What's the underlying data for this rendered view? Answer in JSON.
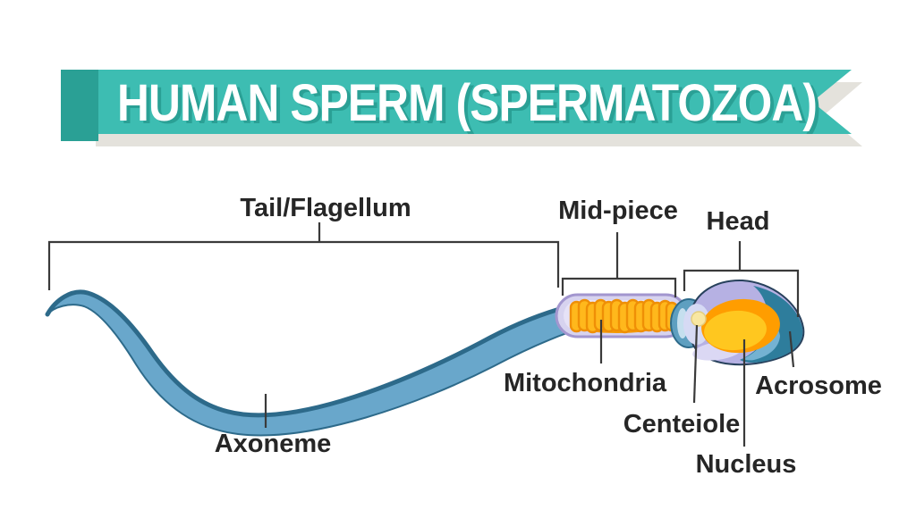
{
  "banner": {
    "title": "HUMAN SPERM (SPERMATOZOA)"
  },
  "labels": {
    "tail": "Tail/Flagellum",
    "mid_piece": "Mid-piece",
    "head": "Head",
    "mitochondria": "Mitochondria",
    "centriole": "Centeiole",
    "nucleus": "Nucleus",
    "acrosome": "Acrosome",
    "axoneme": "Axoneme"
  },
  "colors": {
    "banner_teal": "#3dbdb2",
    "banner_dark_teal": "#2aa095",
    "banner_shadow": "#e4e2dc",
    "banner_text": "#ffffff",
    "tail_blue": "#69a7cb",
    "tail_edge": "#2d6a8a",
    "midpiece_lavender": "#d7d3ef",
    "midpiece_inner": "#e6e2f7",
    "midpiece_outline": "#a296cf",
    "mitochondria_orange": "#ffb81c",
    "mitochondria_outline": "#ef8f06",
    "head_lavender": "#b6b1e3",
    "head_highlight": "#dbd8f4",
    "acrosome_teal": "#2e7d9c",
    "acrosome_light": "#74b2d2",
    "nucleus_gold": "#ffc71f",
    "nucleus_ring": "#ff9d00",
    "centriole_cream": "#f8e7a3",
    "label_text": "#262626",
    "leader_line": "#3a3a3a"
  }
}
